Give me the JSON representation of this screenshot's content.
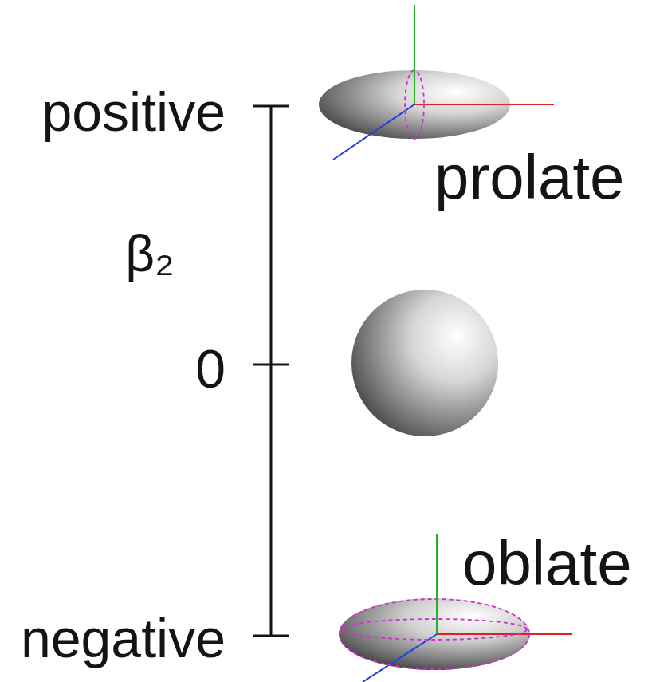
{
  "diagram": {
    "labels": [
      "positive",
      "prolate",
      "β₂",
      "0",
      "oblate",
      "negative"
    ]
  }
}
